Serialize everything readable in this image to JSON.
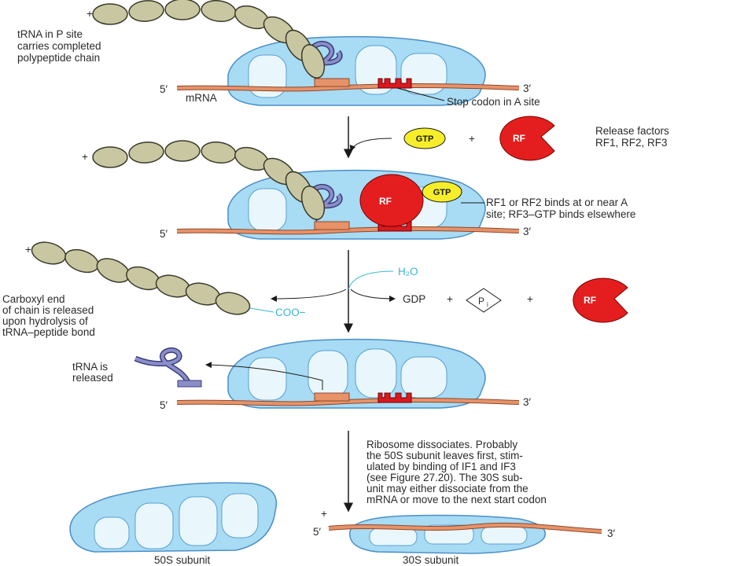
{
  "labels": {
    "p_site": [
      "tRNA in P site",
      "carries completed",
      "polypeptide chain"
    ],
    "mrna": "mRNA",
    "stop_codon": "Stop codon in A site",
    "release_factors": [
      "Release factors",
      "RF1, RF2, RF3"
    ],
    "rf_binds": [
      "RF1 or RF2 binds at or near A",
      "site; RF3–GTP binds elsewhere"
    ],
    "carboxyl": [
      "Carboxyl end",
      "of chain is released",
      "upon hydrolysis of",
      "tRNA–peptide bond"
    ],
    "trna_released": [
      "tRNA is",
      "released"
    ],
    "dissociates": [
      "Ribosome dissociates. Probably",
      "the 50S subunit leaves first, stim-",
      "ulated by binding of IF1 and IF3",
      "(see Figure 27.20). The 30S sub-",
      "unit may either dissociate from the",
      "mRNA or move to the next start codon"
    ],
    "subunit_50s": "50S subunit",
    "subunit_30s": "30S subunit"
  },
  "symbols": {
    "five_prime": "5′",
    "three_prime": "3′",
    "plus": "+",
    "gtp": "GTP",
    "rf": "RF",
    "gdp": "GDP",
    "pi": "P",
    "pi_sub": "i",
    "h2o": "H₂O",
    "coo": "COO−"
  },
  "colors": {
    "ribosome_fill": "#a8dbf4",
    "ribosome_inner": "#e9f7fd",
    "ribosome_stroke": "#4a8fc8",
    "mrna": "#e8926a",
    "stop_codon": "#d71920",
    "polypeptide": "#c9c7a1",
    "trna": "#8b8fc9",
    "rf": "#e41e1e",
    "gtp": "#f6ee2a",
    "water": "#3ab5d6"
  }
}
